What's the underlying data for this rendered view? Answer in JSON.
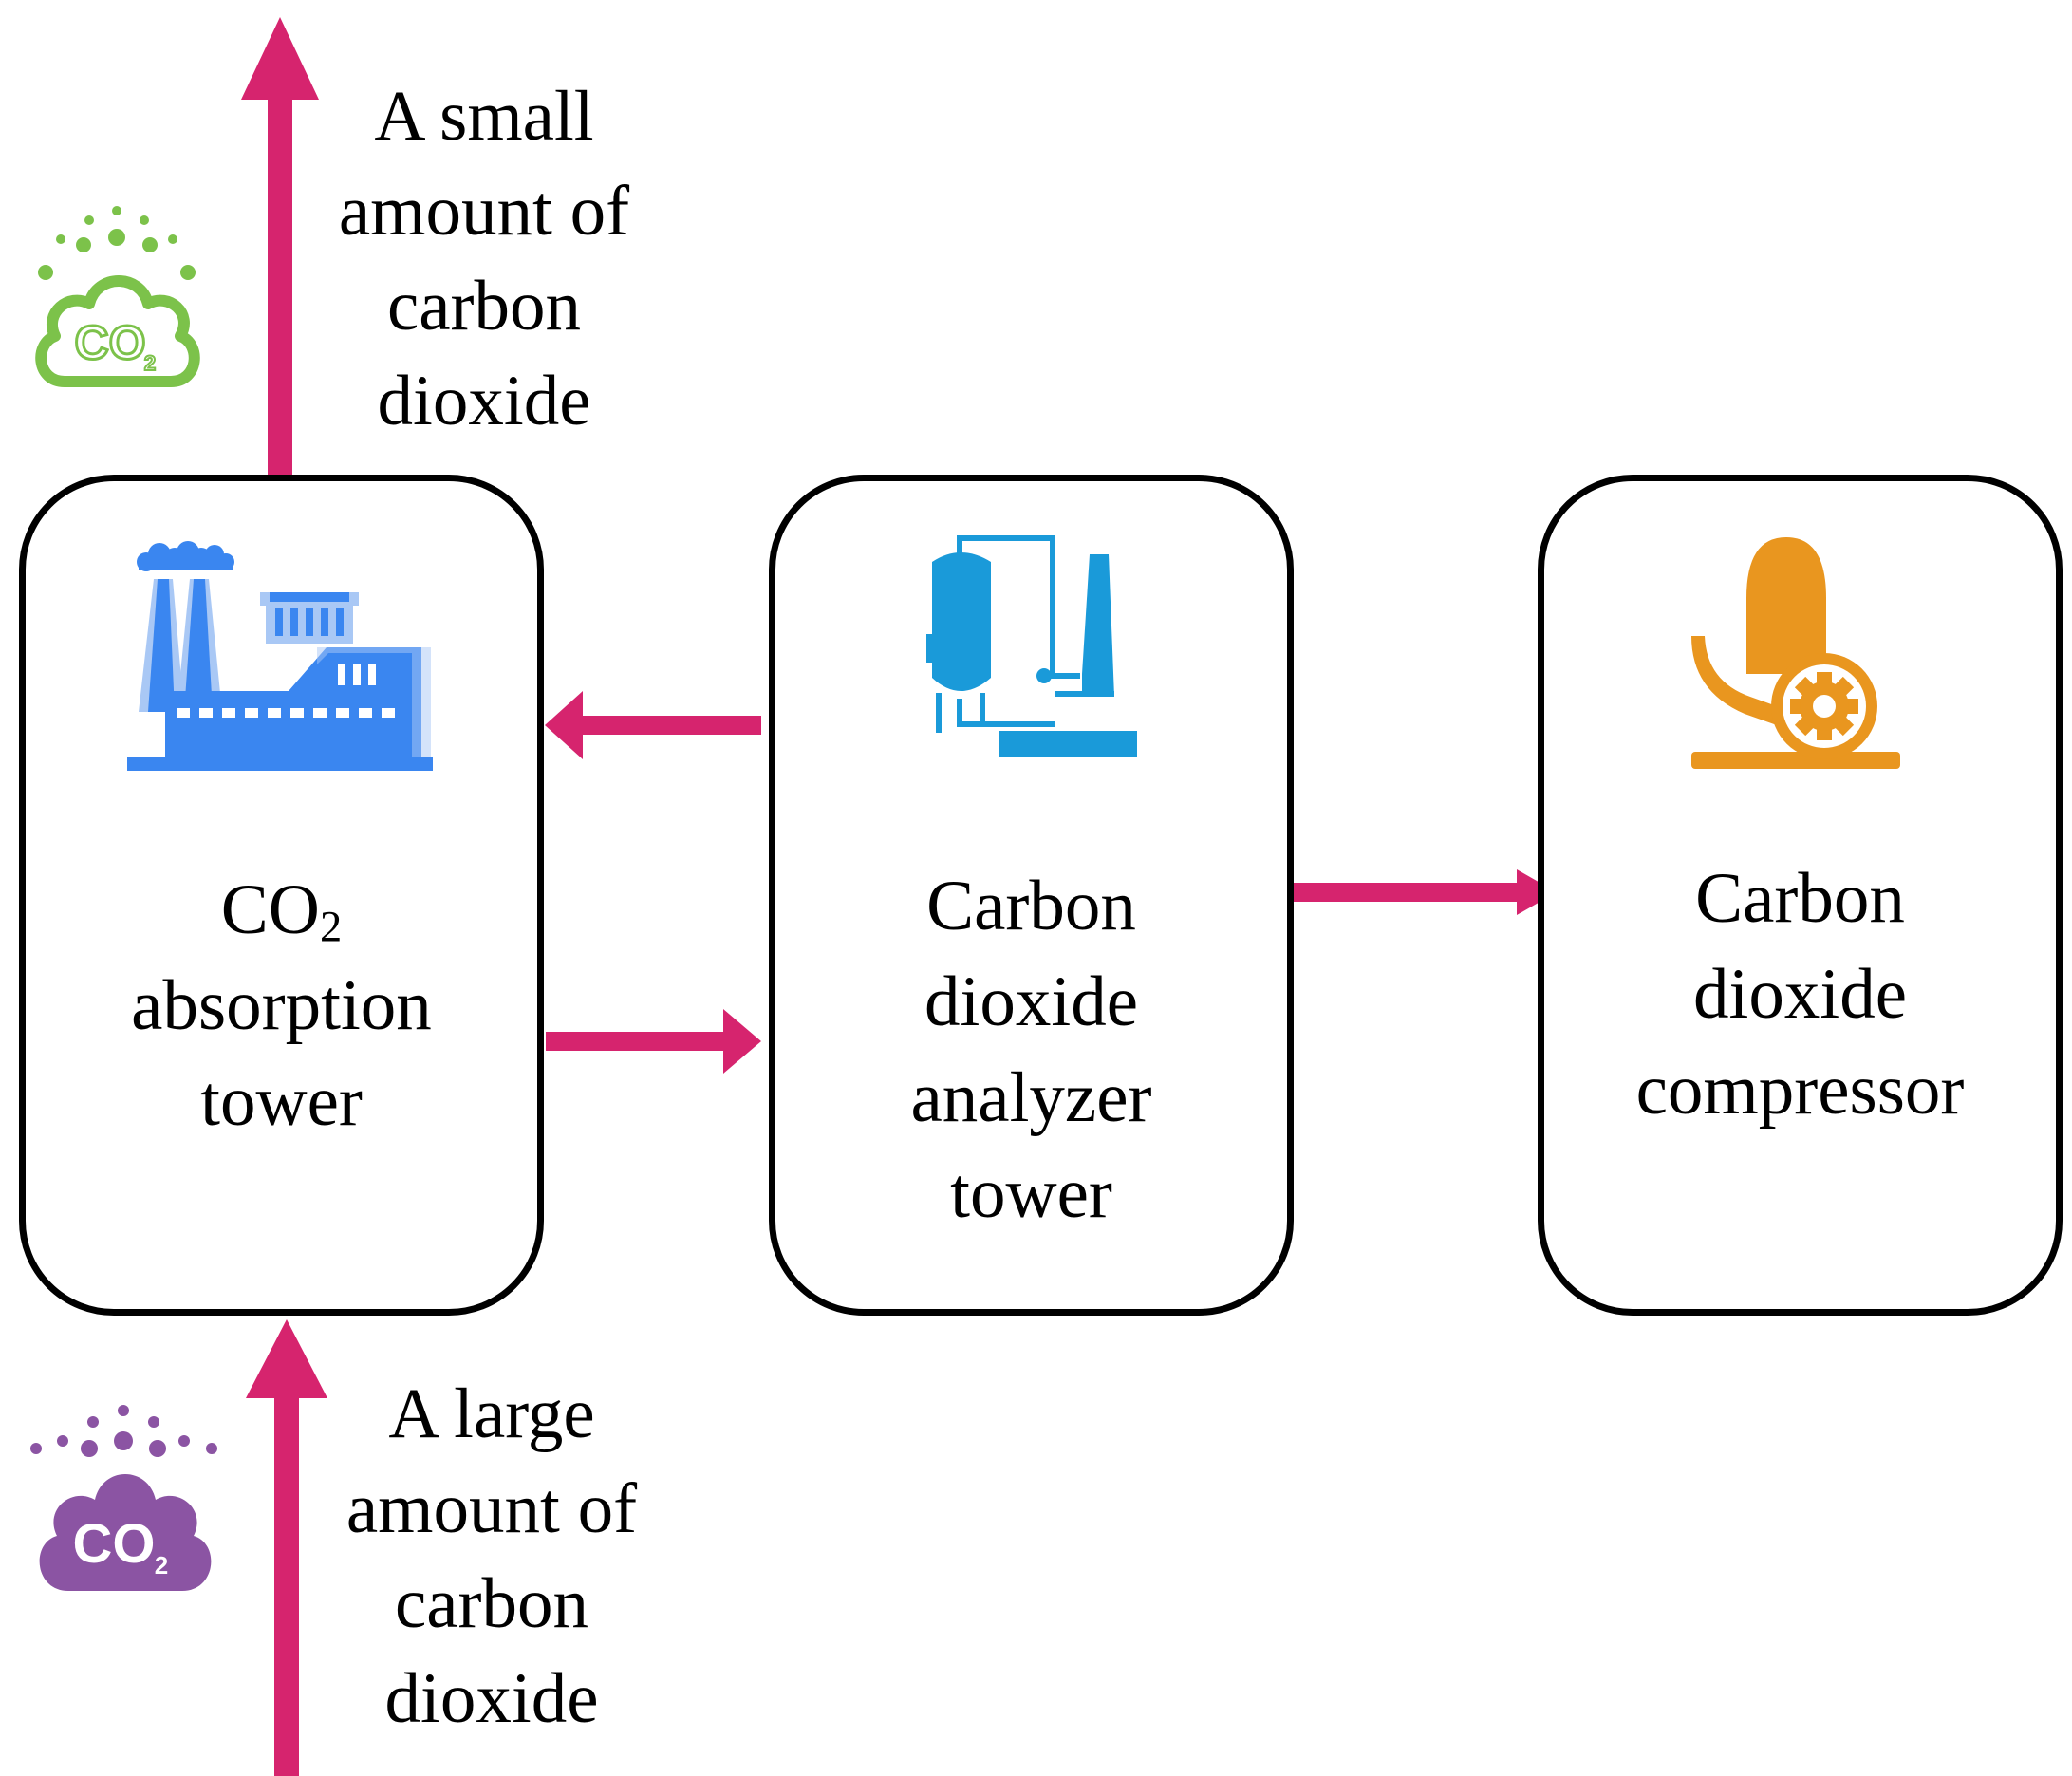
{
  "emission_top": {
    "label_lines": [
      "A small",
      "amount of",
      "carbon",
      "dioxide"
    ],
    "cloud_text": "CO",
    "cloud_subscript": "2",
    "cloud_icon": "co2-cloud-outline-icon",
    "cloud_color": "#7cc24a"
  },
  "intake_bottom": {
    "label_lines": [
      "A large",
      "amount of",
      "carbon",
      "dioxide"
    ],
    "cloud_text": "CO",
    "cloud_subscript": "2",
    "cloud_icon": "co2-cloud-filled-icon",
    "cloud_color": "#8b54a3"
  },
  "boxes": {
    "absorption": {
      "formula": "CO",
      "formula_subscript": "2",
      "lines": [
        "absorption",
        "tower"
      ],
      "icon": "factory-icon",
      "icon_color": "#3a86f0"
    },
    "analyzer": {
      "lines": [
        "Carbon",
        "dioxide",
        "analyzer",
        "tower"
      ],
      "icon": "distillation-tower-icon",
      "icon_color": "#1a9ad9"
    },
    "compressor": {
      "lines": [
        "Carbon",
        "dioxide",
        "compressor"
      ],
      "icon": "compressor-gear-icon",
      "icon_color": "#e9961f"
    }
  },
  "colors": {
    "arrow": "#d6246e",
    "box_border": "#000000"
  }
}
